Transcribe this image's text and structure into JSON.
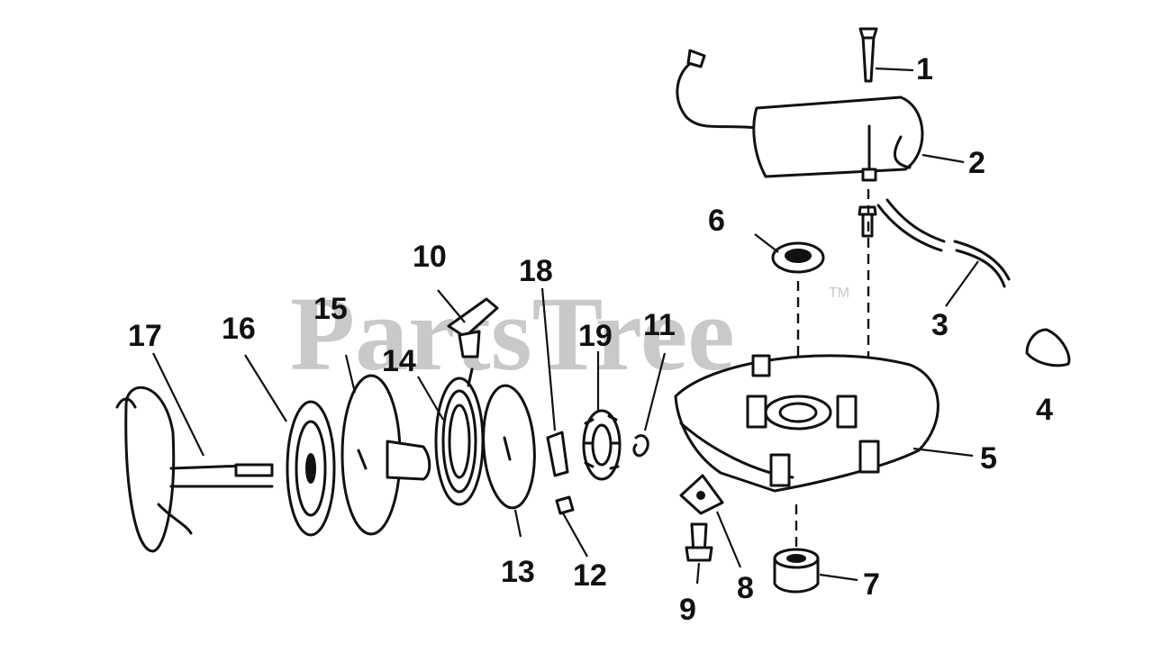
{
  "watermark": {
    "text": "PartsTree",
    "tm": "TM"
  },
  "callouts": [
    "1",
    "2",
    "3",
    "4",
    "5",
    "6",
    "7",
    "8",
    "9",
    "10",
    "11",
    "12",
    "13",
    "14",
    "15",
    "16",
    "17",
    "18",
    "19"
  ]
}
